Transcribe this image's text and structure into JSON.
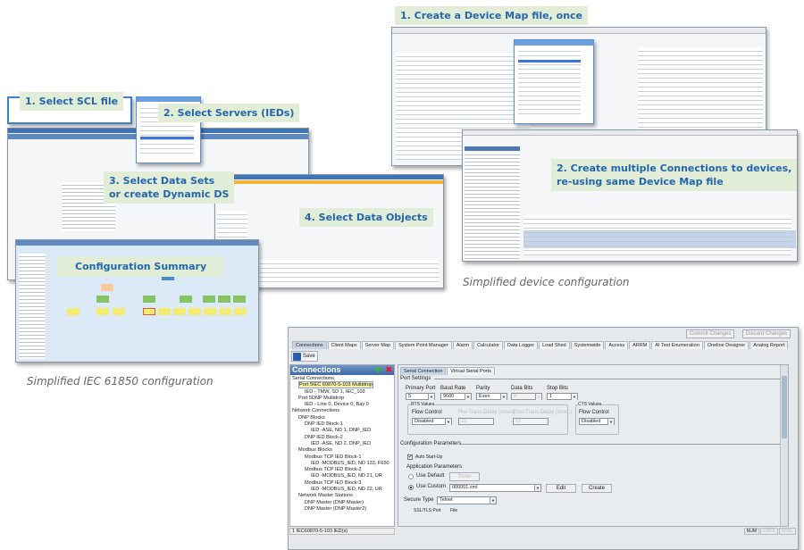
{
  "labels": {
    "device_map": "1. Create a Device Map file, once",
    "connections": [
      "2. Create multiple Connections to devices,",
      "re-using same Device Map file"
    ],
    "scl": "1. Select SCL file",
    "servers": "2. Select Servers (IEDs)",
    "datasets": [
      "3. Select Data Sets",
      "or create Dynamic DS"
    ],
    "dataobjects": "4. Select Data Objects",
    "summary": "Configuration Summary"
  },
  "captions": {
    "device": "Simplified device configuration",
    "iec61850": "Simplified IEC 61850 configuration"
  },
  "colors": {
    "label_bg": "#e2edd8",
    "label_text": "#2565ae",
    "title_blue": "#3f74b8"
  },
  "main": {
    "commit": "Commit Changes",
    "discard": "Discard Changes",
    "tabs": [
      "Connections",
      "Client Maps",
      "Server Map",
      "System Point Manager",
      "Alarm",
      "Calculator",
      "Data Logger",
      "Load Shed",
      "Systemwide",
      "Access",
      "ARRM",
      "AI Text Enumeration",
      "Oneline Designer",
      "Analog Report"
    ],
    "save": "Save",
    "connections_title": "Connections",
    "tree": [
      {
        "t": "Serial Connections",
        "l": 0
      },
      {
        "t": "Port 5IEC 60870-5-103 Multidrop",
        "l": 1,
        "sel": true
      },
      {
        "t": "IED - TMW, SD 1, IEC_103",
        "l": 2
      },
      {
        "t": "Port 5DNP Multidrop",
        "l": 1
      },
      {
        "t": "IED - Line 0, Device 0, Bay 0",
        "l": 2
      },
      {
        "t": "Network Connections",
        "l": 0
      },
      {
        "t": "DNP Blocks",
        "l": 1
      },
      {
        "t": "DNP IED Block-1",
        "l": 2
      },
      {
        "t": "IED -ASE, ND 1, DNP_IED",
        "l": 3
      },
      {
        "t": "DNP IED Block-2",
        "l": 2
      },
      {
        "t": "IED -ASE, ND 2, DNP_IED",
        "l": 3
      },
      {
        "t": "Modbus Blocks",
        "l": 1
      },
      {
        "t": "Modbus TCP IED Block-1",
        "l": 2
      },
      {
        "t": "IED -MODBUS_IED, ND 133, F650",
        "l": 3
      },
      {
        "t": "Modbus TCP IED Block-2",
        "l": 2
      },
      {
        "t": "IED -MODBUS_IED, ND 21, UR",
        "l": 3
      },
      {
        "t": "Modbus TCP IED Block-3",
        "l": 2
      },
      {
        "t": "IED -MODBUS_IED, ND 22, UR",
        "l": 3
      },
      {
        "t": "Network Master Stations",
        "l": 1
      },
      {
        "t": "DNP Master (DNP Master)",
        "l": 2
      },
      {
        "t": "DNP Master (DNP Master2)",
        "l": 2
      }
    ],
    "status_left": "1 IEC60870-5-103 IED(s)",
    "right_tabs": [
      "Serial Connection",
      "Virtual Serial Ports"
    ],
    "port_settings": "Port Settings",
    "primary_port": {
      "label": "Primary Port",
      "value": "5"
    },
    "baud_rate": {
      "label": "Baud Rate",
      "value": "9600"
    },
    "parity": {
      "label": "Parity",
      "value": "Even"
    },
    "data_bits": {
      "label": "Data Bits",
      "value": "8"
    },
    "stop_bits": {
      "label": "Stop Bits",
      "value": "1"
    },
    "rts": "RTS Values",
    "cts": "CTS Values",
    "flow_control": "Flow Control",
    "flow_value": "Disabled",
    "pre_delay": {
      "label": "Pre-Trans Delay (msec)",
      "value": "15"
    },
    "post_delay": {
      "label": "Post-Trans Delay (msec)",
      "value": "15"
    },
    "config_params": "Configuration Parameters",
    "auto_startup": "Auto Start-Up",
    "app_params": "Application Parameters",
    "use_default": "Use Default",
    "show": "Show",
    "use_custom": "Use Custom",
    "custom_file": "000001.xml",
    "edit": "Edit",
    "create": "Create",
    "secure_type": {
      "label": "Secure Type",
      "value": "Telnet"
    },
    "ssl_port": "SSL/TLS Port",
    "file": "File",
    "status_keys": [
      "NUM",
      "CAPS",
      "SCRL"
    ]
  }
}
